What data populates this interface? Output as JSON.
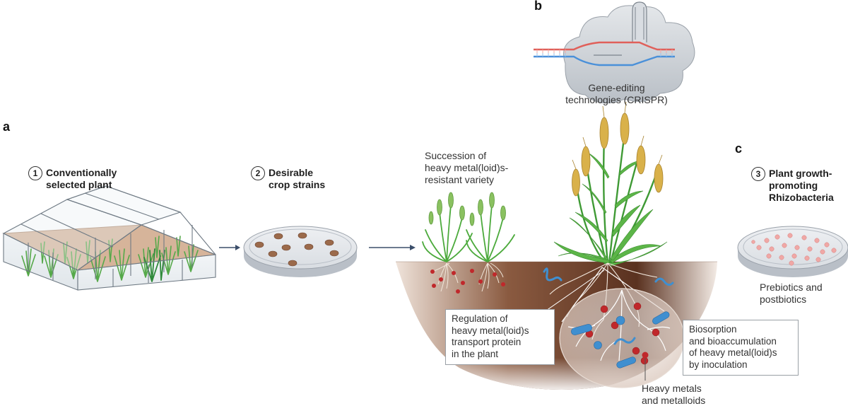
{
  "panels": {
    "a": "a",
    "b": "b",
    "c": "c"
  },
  "steps": [
    {
      "number": "1",
      "lines": [
        "Conventionally",
        "selected plant"
      ]
    },
    {
      "number": "2",
      "lines": [
        "Desirable",
        "crop strains"
      ]
    },
    {
      "number": "3",
      "lines": [
        "Plant growth-",
        "promoting",
        "Rhizobacteria"
      ]
    }
  ],
  "labels": {
    "crispr": [
      "Gene-editing",
      "technologies (CRISPR)"
    ],
    "succession": [
      "Succession of",
      "heavy metal(loid)s-",
      "resistant variety"
    ],
    "prebiotics": [
      "Prebiotics and",
      "postbiotics"
    ],
    "regulation": [
      "Regulation of",
      "heavy metal(loid)s",
      "transport protein",
      "in the plant"
    ],
    "biosorption": [
      "Biosorption",
      "and bioaccumulation",
      "of heavy metal(loid)s",
      "by inoculation"
    ],
    "heavy_metals": [
      "Heavy metals",
      "and metalloids"
    ]
  },
  "colors": {
    "soil_dark": "#5a3220",
    "soil_light": "#c9a48c",
    "plant_green": "#4caa3c",
    "wheat_gold": "#d9b14a",
    "metal_red": "#c0282b",
    "bacteria_blue": "#3f8fd0",
    "dna_red": "#e0605a",
    "dna_blue": "#4a90d9",
    "dish_grey": "#cfd3d8"
  }
}
